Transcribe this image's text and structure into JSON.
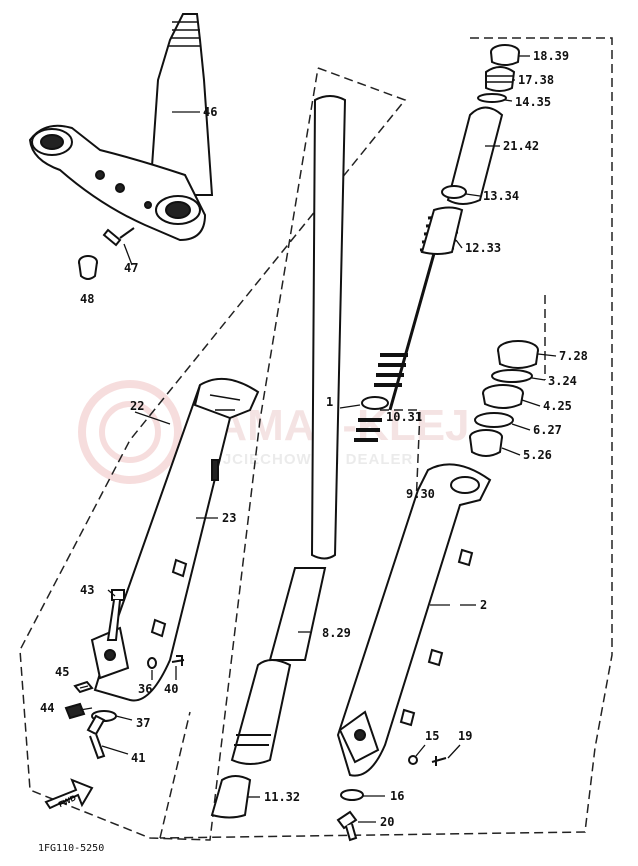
{
  "diagram": {
    "code": "1FG110-5250",
    "fwd": "FWD",
    "watermark": {
      "title": "YAMA-  -KLEJ",
      "subtitle": "WOJCIECHOWICH DEALER"
    },
    "labels": [
      {
        "id": "46",
        "text": "46"
      },
      {
        "id": "47",
        "text": "47"
      },
      {
        "id": "48",
        "text": "48"
      },
      {
        "id": "22",
        "text": "22"
      },
      {
        "id": "23",
        "text": "23"
      },
      {
        "id": "43",
        "text": "43"
      },
      {
        "id": "45",
        "text": "45"
      },
      {
        "id": "36",
        "text": "36"
      },
      {
        "id": "40",
        "text": "40"
      },
      {
        "id": "44",
        "text": "44"
      },
      {
        "id": "37",
        "text": "37"
      },
      {
        "id": "41",
        "text": "41"
      },
      {
        "id": "1",
        "text": "1"
      },
      {
        "id": "10-31",
        "text": "10.31"
      },
      {
        "id": "9-30",
        "text": "9.30"
      },
      {
        "id": "8-29",
        "text": "8.29"
      },
      {
        "id": "11-32",
        "text": "11.32"
      },
      {
        "id": "18-39",
        "text": "18.39"
      },
      {
        "id": "17-38",
        "text": "17.38"
      },
      {
        "id": "14-35",
        "text": "14.35"
      },
      {
        "id": "21-42",
        "text": "21.42"
      },
      {
        "id": "13-34",
        "text": "13.34"
      },
      {
        "id": "12-33",
        "text": "12.33"
      },
      {
        "id": "7-28",
        "text": "7.28"
      },
      {
        "id": "3-24",
        "text": "3.24"
      },
      {
        "id": "4-25",
        "text": "4.25"
      },
      {
        "id": "6-27",
        "text": "6.27"
      },
      {
        "id": "5-26",
        "text": "5.26"
      },
      {
        "id": "2",
        "text": "2"
      },
      {
        "id": "15",
        "text": "15"
      },
      {
        "id": "19",
        "text": "19"
      },
      {
        "id": "16",
        "text": "16"
      },
      {
        "id": "20",
        "text": "20"
      }
    ]
  }
}
